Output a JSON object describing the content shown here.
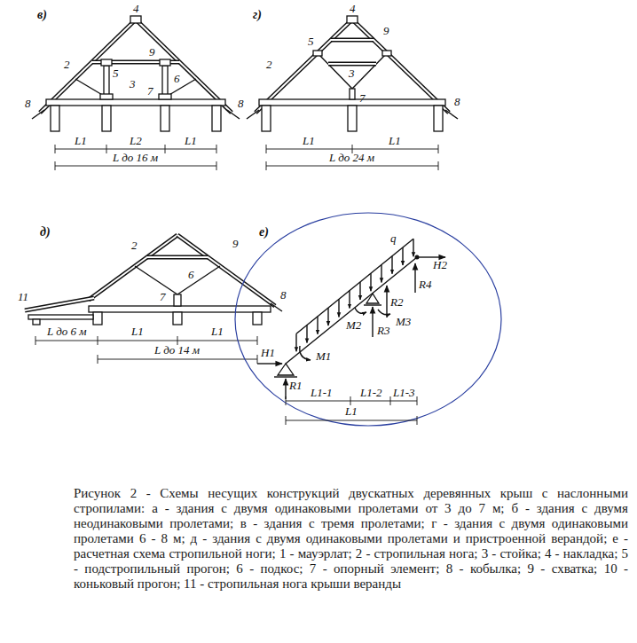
{
  "diagram": {
    "caption": "Рисунок 2 - Схемы несущих конструкций двускатных деревянных крыш с наслонными стропилами: а - здания с двумя одинаковыми пролетами от 3 до 7 м; б - здания с двумя неодинаковыми пролетами; в - здания с тремя пролетами; г - здания с двумя одинаковыми пролетами 6 - 8 м; д - здания с двумя одинаковыми пролетами и пристроенной верандой; е - расчетная схема стропильной ноги; 1 - мауэрлат; 2 - стропильная нога; 3 - стойка; 4 - накладка; 5 - подстропильный прогон; 6 - подкос; 7 - опорный элемент; 8 - кобылка; 9 - схватка; 10 - коньковый прогон; 11 - стропильная нога крыши веранды",
    "labels": [
      "в)",
      "4",
      "2",
      "5",
      "9",
      "3",
      "6",
      "7",
      "8",
      "8",
      "L1",
      "L2",
      "L1",
      "L до 16 м",
      "г)",
      "4",
      "9",
      "5",
      "2",
      "3",
      "7",
      "8",
      "L1",
      "L1",
      "L до 24 м",
      "д)",
      "2",
      "9",
      "6",
      "7",
      "8",
      "11",
      "L до 6 м",
      "L1",
      "L1",
      "L до 14 м",
      "е)",
      "q",
      "H2",
      "H1",
      "R1",
      "M1",
      "M2",
      "M3",
      "R2",
      "R3",
      "R4",
      "L1-1",
      "L1-2",
      "L1-3",
      "L1"
    ]
  }
}
